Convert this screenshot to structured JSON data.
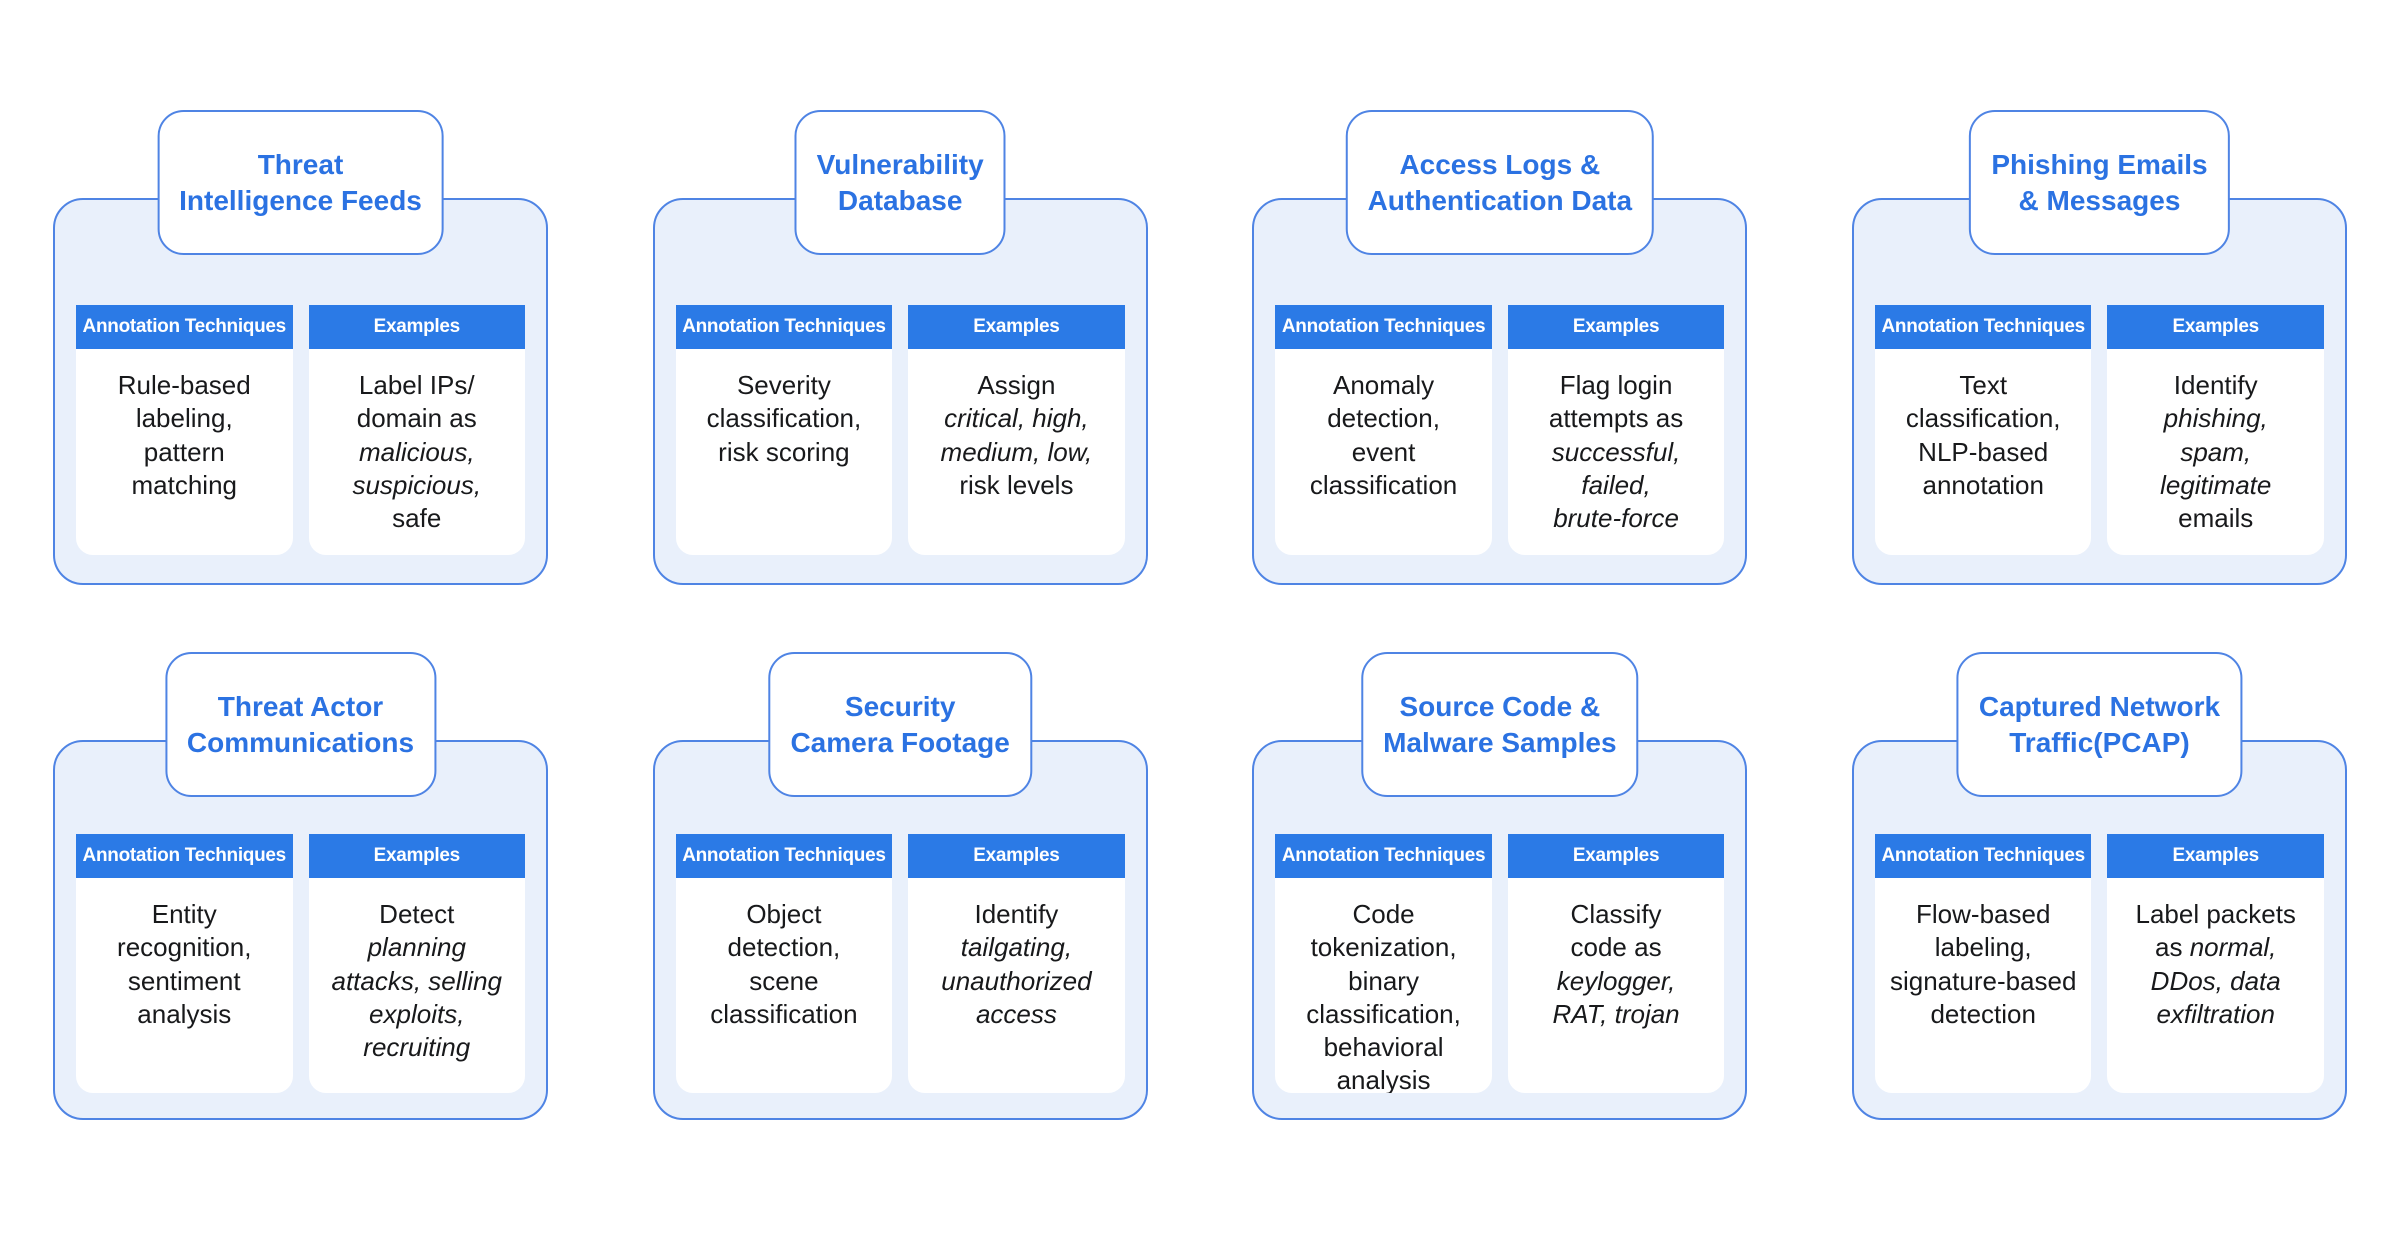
{
  "colors": {
    "header_bar": "#2b7ae6",
    "title_text": "#2b72e2",
    "border": "#4f84e4",
    "body_bg": "#e9f0fb",
    "content_bg": "#ffffff",
    "text": "#18191b",
    "page_bg": "#ffffff"
  },
  "diagram": {
    "column_headers": {
      "annotation": "Annotation Techniques",
      "examples": "Examples"
    },
    "cards": [
      {
        "title": "Threat\nIntelligence Feeds",
        "annotation_segments": [
          {
            "text": "Rule-based\nlabeling,\npattern\nmatching",
            "italic": false
          }
        ],
        "examples_segments": [
          {
            "text": "Label IPs/\ndomain as\n",
            "italic": false
          },
          {
            "text": "malicious,\nsuspicious,",
            "italic": true
          },
          {
            "text": "\nsafe",
            "italic": false
          }
        ]
      },
      {
        "title": "Vulnerability\nDatabase",
        "annotation_segments": [
          {
            "text": "Severity\nclassification,\nrisk scoring",
            "italic": false
          }
        ],
        "examples_segments": [
          {
            "text": "Assign\n",
            "italic": false
          },
          {
            "text": "critical, high,\nmedium, low,",
            "italic": true
          },
          {
            "text": "\nrisk levels",
            "italic": false
          }
        ]
      },
      {
        "title": "Access Logs &\nAuthentication Data",
        "annotation_segments": [
          {
            "text": "Anomaly\ndetection,\nevent\nclassification",
            "italic": false
          }
        ],
        "examples_segments": [
          {
            "text": "Flag login\nattempts as\n",
            "italic": false
          },
          {
            "text": "successful,\nfailed,\nbrute-force",
            "italic": true
          }
        ]
      },
      {
        "title": "Phishing Emails\n& Messages",
        "annotation_segments": [
          {
            "text": "Text\nclassification,\nNLP-based\nannotation",
            "italic": false
          }
        ],
        "examples_segments": [
          {
            "text": "Identify\n",
            "italic": false
          },
          {
            "text": "phishing,\nspam,\nlegitimate",
            "italic": true
          },
          {
            "text": "\nemails",
            "italic": false
          }
        ]
      },
      {
        "title": "Threat Actor\nCommunications",
        "annotation_segments": [
          {
            "text": "Entity\nrecognition,\nsentiment\nanalysis",
            "italic": false
          }
        ],
        "examples_segments": [
          {
            "text": "Detect\n",
            "italic": false
          },
          {
            "text": "planning\nattacks, selling\nexploits,\nrecruiting",
            "italic": true
          }
        ]
      },
      {
        "title": "Security\nCamera Footage",
        "annotation_segments": [
          {
            "text": "Object\ndetection,\nscene\nclassification",
            "italic": false
          }
        ],
        "examples_segments": [
          {
            "text": "Identify\n",
            "italic": false
          },
          {
            "text": "tailgating,\nunauthorized\naccess",
            "italic": true
          }
        ]
      },
      {
        "title": "Source Code &\nMalware Samples",
        "annotation_segments": [
          {
            "text": "Code\ntokenization,\nbinary\nclassification,\nbehavioral\nanalysis",
            "italic": false
          }
        ],
        "examples_segments": [
          {
            "text": "Classify\ncode as\n",
            "italic": false
          },
          {
            "text": "keylogger,\nRAT, trojan",
            "italic": true
          }
        ]
      },
      {
        "title": "Captured Network\nTraffic(PCAP)",
        "annotation_segments": [
          {
            "text": "Flow-based\nlabeling,\nsignature-based\ndetection",
            "italic": false
          }
        ],
        "examples_segments": [
          {
            "text": "Label packets\nas ",
            "italic": false
          },
          {
            "text": "normal,\nDDos, data\nexfiltration",
            "italic": true
          }
        ]
      }
    ]
  }
}
